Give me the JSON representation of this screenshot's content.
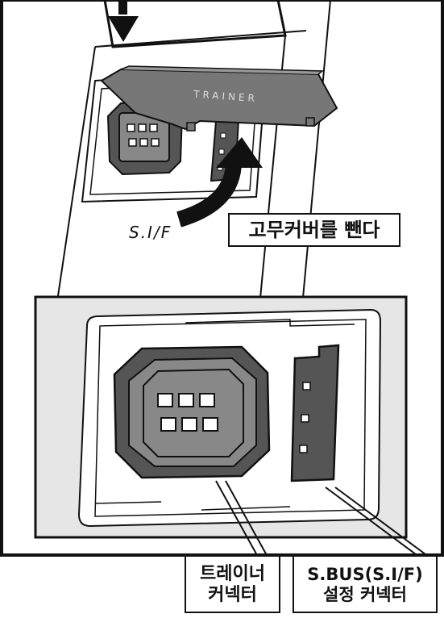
{
  "cover_text": "TRAINER",
  "port_label": "S.I/F",
  "callout_remove": "고무커버를 뺀다",
  "callout_trainer": [
    "트레이너",
    "커넥터"
  ],
  "callout_sbus": [
    "S.BUS(S.I/F)",
    "설정 커넥터"
  ],
  "icons": [
    "arrow-down-icon",
    "curved-arrow-icon"
  ]
}
